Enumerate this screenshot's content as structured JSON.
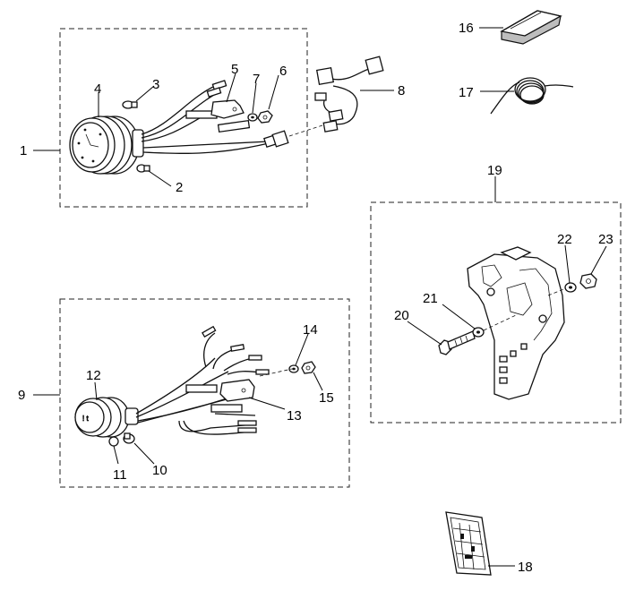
{
  "diagram": {
    "callouts": [
      {
        "id": "c1",
        "label": "1"
      },
      {
        "id": "c2",
        "label": "2"
      },
      {
        "id": "c3",
        "label": "3"
      },
      {
        "id": "c4",
        "label": "4"
      },
      {
        "id": "c5",
        "label": "5"
      },
      {
        "id": "c6",
        "label": "6"
      },
      {
        "id": "c7",
        "label": "7"
      },
      {
        "id": "c8",
        "label": "8"
      },
      {
        "id": "c9",
        "label": "9"
      },
      {
        "id": "c10",
        "label": "10"
      },
      {
        "id": "c11",
        "label": "11"
      },
      {
        "id": "c12",
        "label": "12"
      },
      {
        "id": "c13",
        "label": "13"
      },
      {
        "id": "c14",
        "label": "14"
      },
      {
        "id": "c15",
        "label": "15"
      },
      {
        "id": "c16",
        "label": "16"
      },
      {
        "id": "c17",
        "label": "17"
      },
      {
        "id": "c18",
        "label": "18"
      },
      {
        "id": "c19",
        "label": "19"
      },
      {
        "id": "c20",
        "label": "20"
      },
      {
        "id": "c21",
        "label": "21"
      },
      {
        "id": "c22",
        "label": "22"
      },
      {
        "id": "c23",
        "label": "23"
      }
    ]
  }
}
